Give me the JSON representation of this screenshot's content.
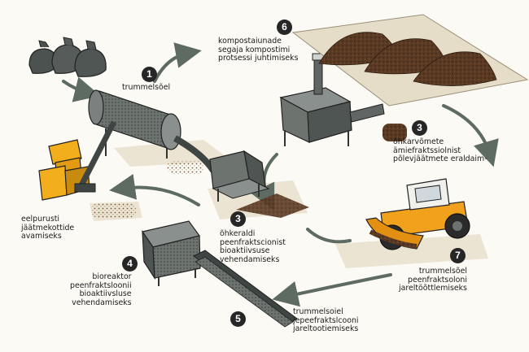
{
  "steps": [
    {
      "number": "1",
      "text": "trummelsõel"
    },
    {
      "number": "6",
      "text": "kompostaiunade\nsegaja kompostimi\nprotsessi juhtimiseks"
    },
    {
      "number": "3",
      "text": "õhkarvõmete\nämiefraktssiolnist\npõlevjäätmete eraldaim-"
    },
    {
      "number": "3",
      "text": "õhkeraldi\npeenfraktscionist\nbioaktiivsuse\nvehendamiseks"
    },
    {
      "number": "4",
      "text": "bioreaktor\npeenfraktsloonii\nbioaktiivsluse\nvehendamiseks"
    },
    {
      "number": "5",
      "text": "trummelsoiel\njepeefraktslcooni\njareltootiemiseks"
    },
    {
      "number": "7",
      "text": "trummelsõel\npeenfraktsoloni\njareltöõttlemiseks"
    }
  ],
  "intro": {
    "text": "eelpurusti\njäätmekottide\navamiseks"
  },
  "colors": {
    "machine": "#5f6663",
    "accent": "#f2ae1c",
    "arrow": "#5d6b63",
    "soil": "#5b3a24"
  }
}
